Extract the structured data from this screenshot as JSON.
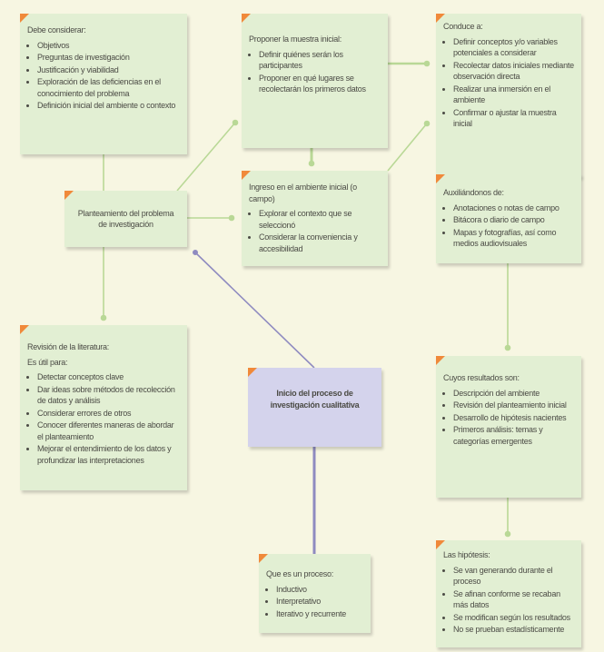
{
  "colors": {
    "background": "#f7f6e2",
    "box": "#e2efd3",
    "center_box": "#d4d3ec",
    "corner": "#f0893a",
    "connector": "#b9d896",
    "center_connector": "#8f8bc0"
  },
  "boxes": {
    "debe": {
      "title": "Debe considerar:",
      "items": [
        "Objetivos",
        "Preguntas de investigación",
        "Justificación y viabilidad",
        "Exploración de las deficiencias en el conocimiento del problema",
        "Definición inicial del ambiente o contexto"
      ]
    },
    "proponer": {
      "title": "Proponer la muestra inicial:",
      "items": [
        "Definir quiénes serán los participantes",
        "Proponer en qué lugares se recolectarán los primeros datos"
      ]
    },
    "conduce": {
      "title": "Conduce a:",
      "items": [
        "Definir conceptos y/o variables potenciales a considerar",
        "Recolectar datos iniciales mediante observación directa",
        "Realizar una inmersión en el ambiente",
        "Confirmar o ajustar la muestra inicial"
      ]
    },
    "planteamiento": {
      "title": "Planteamiento del problema de investigación"
    },
    "ingreso": {
      "title": "Ingreso en el ambiente inicial (o campo)",
      "items": [
        "Explorar el contexto que se seleccionó",
        "Considerar la conveniencia y accesibilidad"
      ]
    },
    "auxiliandonos": {
      "title": "Auxiliándonos de:",
      "items": [
        "Anotaciones o notas de campo",
        "Bitácora o diario de campo",
        "Mapas y fotografías, así como medios audiovisuales"
      ]
    },
    "revision": {
      "title": "Revisión de la literatura:",
      "subtitle": "Es útil para:",
      "items": [
        "Detectar conceptos clave",
        "Dar ideas sobre métodos de recolección de datos y análisis",
        "Considerar errores de otros",
        "Conocer diferentes maneras de abordar el planteamiento",
        "Mejorar el entendimiento de los datos y profundizar las interpretaciones"
      ]
    },
    "inicio": {
      "title": "Inicio del proceso de investigación cualitativa"
    },
    "cuyos": {
      "title": "Cuyos resultados son:",
      "items": [
        "Descripción del ambiente",
        "Revisión del planteamiento inicial",
        "Desarrollo de hipótesis nacientes",
        "Primeros análisis: temas y categorías emergentes"
      ]
    },
    "proceso": {
      "title": "Que es un proceso:",
      "items": [
        "Inductivo",
        "Interpretativo",
        "Iterativo y recurrente"
      ]
    },
    "hipotesis": {
      "title": "Las hipótesis:",
      "items": [
        "Se van generando durante el proceso",
        "Se afinan conforme se recaban más datos",
        "Se modifican según los resultados",
        "No se prueban estadísticamente"
      ]
    }
  }
}
